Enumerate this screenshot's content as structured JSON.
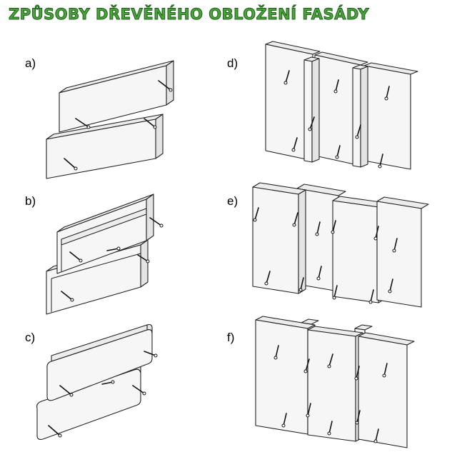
{
  "title": "ZPŮSOBY DŘEVĚNÉHO OBLOŽENÍ FASÁDY",
  "title_color": "#4aa33a",
  "variants": [
    {
      "label": "a)",
      "kind": "horizontal overlapping boards"
    },
    {
      "label": "b)",
      "kind": "horizontal tongue-and-groove overlapping boards"
    },
    {
      "label": "c)",
      "kind": "horizontal rounded-edge overlapping boards"
    },
    {
      "label": "d)",
      "kind": "vertical boards with cover battens"
    },
    {
      "label": "e)",
      "kind": "vertical boards over back boards"
    },
    {
      "label": "f)",
      "kind": "vertical boards over horizontal battens"
    }
  ]
}
